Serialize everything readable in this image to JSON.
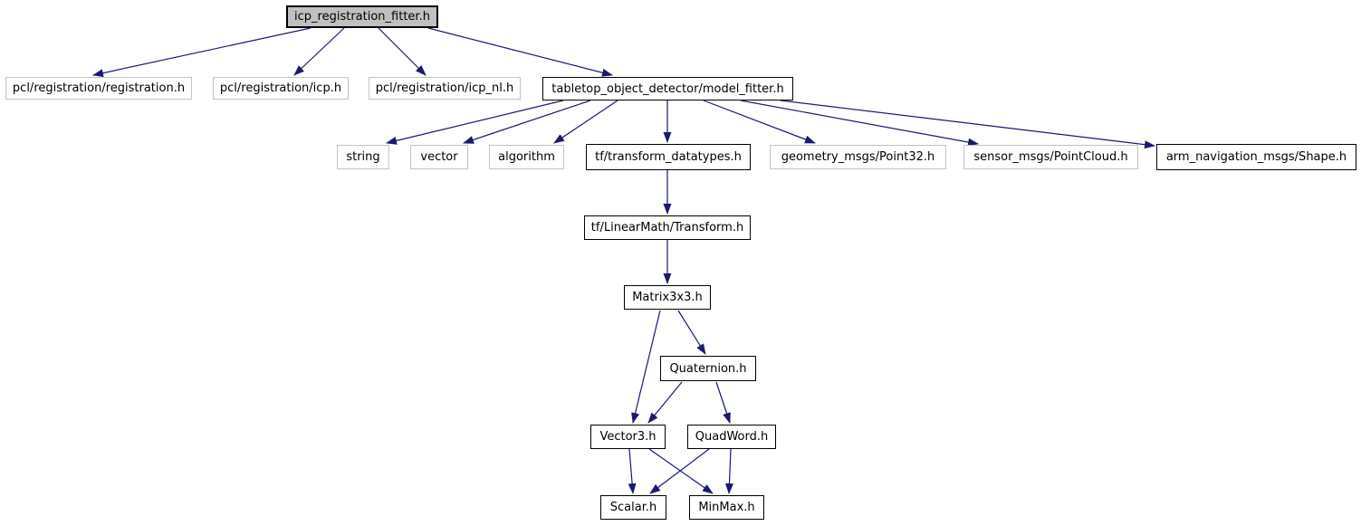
{
  "diagram": {
    "type": "include-dependency-graph",
    "colors": {
      "background": "#ffffff",
      "edge": "#191970",
      "root_fill": "#c0c0c0",
      "root_border": "#000000",
      "linked_border": "#000000",
      "external_border": "#c4c4c4",
      "text": "#000000"
    },
    "nodes": [
      {
        "id": "icp_registration_fitter",
        "label": "icp_registration_fitter.h",
        "type": "root"
      },
      {
        "id": "pcl_registration_registration",
        "label": "pcl/registration/registration.h",
        "type": "external"
      },
      {
        "id": "pcl_registration_icp",
        "label": "pcl/registration/icp.h",
        "type": "external"
      },
      {
        "id": "pcl_registration_icp_nl",
        "label": "pcl/registration/icp_nl.h",
        "type": "external"
      },
      {
        "id": "model_fitter",
        "label": "tabletop_object_detector/model_fitter.h",
        "type": "linked"
      },
      {
        "id": "string",
        "label": "string",
        "type": "external"
      },
      {
        "id": "vector",
        "label": "vector",
        "type": "external"
      },
      {
        "id": "algorithm",
        "label": "algorithm",
        "type": "external"
      },
      {
        "id": "tf_transform_datatypes",
        "label": "tf/transform_datatypes.h",
        "type": "linked"
      },
      {
        "id": "geometry_msgs_point32",
        "label": "geometry_msgs/Point32.h",
        "type": "external"
      },
      {
        "id": "sensor_msgs_pointcloud",
        "label": "sensor_msgs/PointCloud.h",
        "type": "external"
      },
      {
        "id": "arm_navigation_msgs_shape",
        "label": "arm_navigation_msgs/Shape.h",
        "type": "linked"
      },
      {
        "id": "tf_linearmath_transform",
        "label": "tf/LinearMath/Transform.h",
        "type": "linked"
      },
      {
        "id": "matrix3x3",
        "label": "Matrix3x3.h",
        "type": "linked"
      },
      {
        "id": "quaternion",
        "label": "Quaternion.h",
        "type": "linked"
      },
      {
        "id": "vector3",
        "label": "Vector3.h",
        "type": "linked"
      },
      {
        "id": "quadword",
        "label": "QuadWord.h",
        "type": "linked"
      },
      {
        "id": "scalar",
        "label": "Scalar.h",
        "type": "linked"
      },
      {
        "id": "minmax",
        "label": "MinMax.h",
        "type": "linked"
      }
    ],
    "edges": [
      {
        "from": "icp_registration_fitter",
        "to": "pcl_registration_registration"
      },
      {
        "from": "icp_registration_fitter",
        "to": "pcl_registration_icp"
      },
      {
        "from": "icp_registration_fitter",
        "to": "pcl_registration_icp_nl"
      },
      {
        "from": "icp_registration_fitter",
        "to": "model_fitter"
      },
      {
        "from": "model_fitter",
        "to": "string"
      },
      {
        "from": "model_fitter",
        "to": "vector"
      },
      {
        "from": "model_fitter",
        "to": "algorithm"
      },
      {
        "from": "model_fitter",
        "to": "tf_transform_datatypes"
      },
      {
        "from": "model_fitter",
        "to": "geometry_msgs_point32"
      },
      {
        "from": "model_fitter",
        "to": "sensor_msgs_pointcloud"
      },
      {
        "from": "model_fitter",
        "to": "arm_navigation_msgs_shape"
      },
      {
        "from": "tf_transform_datatypes",
        "to": "tf_linearmath_transform"
      },
      {
        "from": "tf_linearmath_transform",
        "to": "matrix3x3"
      },
      {
        "from": "matrix3x3",
        "to": "quaternion"
      },
      {
        "from": "matrix3x3",
        "to": "vector3"
      },
      {
        "from": "quaternion",
        "to": "vector3"
      },
      {
        "from": "quaternion",
        "to": "quadword"
      },
      {
        "from": "vector3",
        "to": "scalar"
      },
      {
        "from": "vector3",
        "to": "minmax"
      },
      {
        "from": "quadword",
        "to": "scalar"
      },
      {
        "from": "quadword",
        "to": "minmax"
      }
    ]
  }
}
